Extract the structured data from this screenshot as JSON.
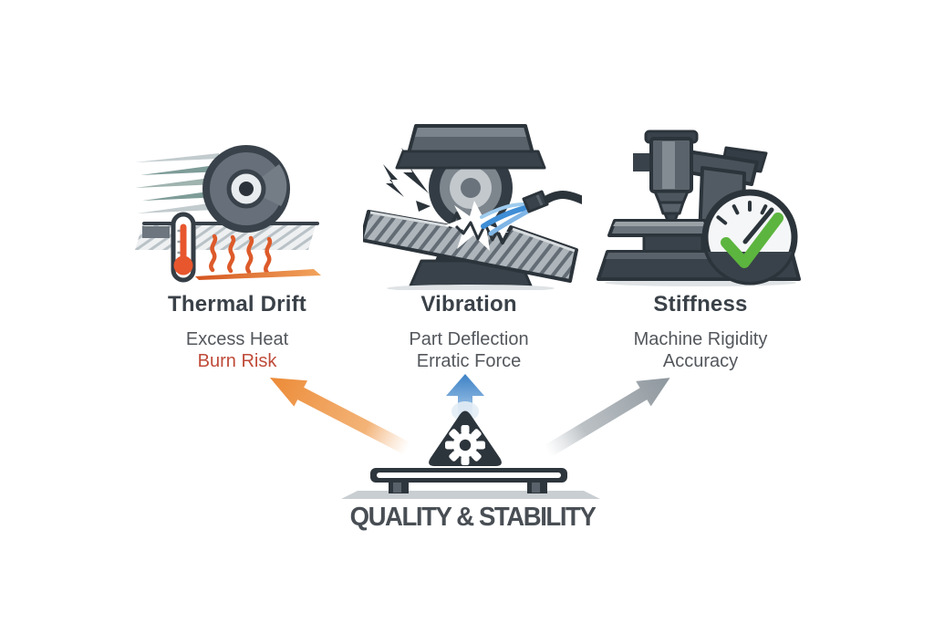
{
  "background": "#ffffff",
  "factors": [
    {
      "id": "thermal-drift",
      "icon": "grinding-wheel-thermometer-heat-icon",
      "title": "Thermal Drift",
      "lines": [
        "Excess Heat",
        "Burn Risk"
      ],
      "line_colors": [
        "#53575c",
        "#bf4a38"
      ]
    },
    {
      "id": "vibration",
      "icon": "grinder-chatter-coolant-icon",
      "title": "Vibration",
      "lines": [
        "Part Deflection",
        "Erratic Force"
      ],
      "line_colors": [
        "#53575c",
        "#53575c"
      ]
    },
    {
      "id": "stiffness",
      "icon": "milling-machine-gauge-checkmark-icon",
      "title": "Stiffness",
      "lines": [
        "Machine Rigidity",
        "Accuracy"
      ],
      "line_colors": [
        "#53575c",
        "#53575c"
      ]
    }
  ],
  "center": {
    "label": "QUALITY & STABILITY",
    "symbol": "gear-warning-triangle-on-workbench"
  },
  "arrows": [
    {
      "target": "thermal-drift",
      "direction": "up-left",
      "color": "#ec8a36"
    },
    {
      "target": "vibration",
      "direction": "up",
      "color": "#3c81c5"
    },
    {
      "target": "stiffness",
      "direction": "up-right",
      "color": "#8d969d"
    }
  ],
  "palette": {
    "charcoal": "#2e363d",
    "heading_text": "#3a4148",
    "sub_text": "#53575c",
    "danger_red": "#bf4a38",
    "arrow_orange": "#ec8a36",
    "arrow_blue": "#3c81c5",
    "arrow_gray": "#8d969d",
    "coolant_blue": "#3f8ed6",
    "check_green": "#5cb53e",
    "heat_orange": "#dd5a2a",
    "speedline_teal": "#7e9c98",
    "shadow_gray": "#c9ced2"
  }
}
